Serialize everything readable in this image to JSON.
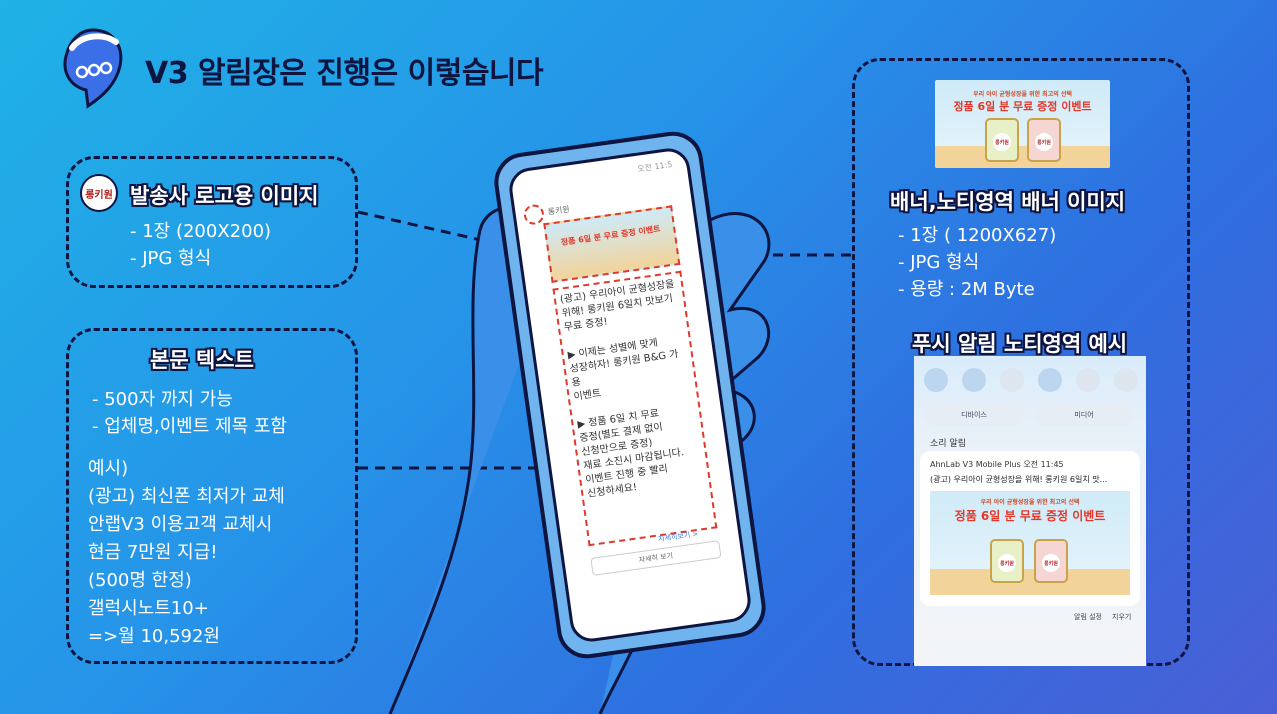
{
  "title": "V3 알림장은 진행은 이렇습니다",
  "sender": {
    "logo_text": "롱키원",
    "heading": "발송사 로고용 이미지",
    "bullets": [
      "- 1장 (200X200)",
      "- JPG 형식"
    ]
  },
  "body_text": {
    "heading": "본문 텍스트",
    "bullets": [
      "- 500자 까지 가능",
      "- 업체명,이벤트 제목 포함"
    ],
    "example": [
      "예시)",
      "(광고) 최신폰 최저가 교체",
      "안랩V3 이용고객 교체시",
      "현금 7만원 지급!",
      "(500명 한정)",
      "갤럭시노트10+",
      "=>월 10,592원"
    ]
  },
  "banner": {
    "heading": "배너,노티영역 배너 이미지",
    "bullets": [
      "- 1장 ( 1200X627)",
      "- JPG 형식",
      "- 용량 : 2M Byte"
    ],
    "img_line1": "우리 아이 균형성장을 위한 최고의 선택",
    "img_line2": "정품 6일 분 무료 증정 이벤트",
    "can_label": "롱키원"
  },
  "push": {
    "heading": "푸시 알림 노티영역 예시",
    "pill_left": "디바이스",
    "pill_right": "미디어",
    "section_label": "소리 알림",
    "app_line": "AhnLab V3 Mobile Plus  오전 11:45",
    "message": "(광고) 우리아이 균형성장을 위해! 롱키원 6일치 맛...",
    "footer_left": "알림 설정",
    "footer_right": "지우기"
  },
  "phone": {
    "status_time": "오전 11:5",
    "sender_name": "롱키원",
    "banner_line2": "정품 6일 분 무료 증정 이벤트",
    "lines": [
      "(광고) 우리아이 균형성장을",
      "위해! 롱키원 6일치 맛보기",
      "무료 증정!",
      "",
      "▶ 이제는 성별에 맞게",
      "성장하자! 롱키원 B&G 가용",
      "이벤트",
      "",
      "▶ 정품 6일 치 무료",
      "증정(별도 결제 없이",
      "신청만으로 증정)",
      "재료 소진시 마감됩니다.",
      "이벤트 진행 중 빨리",
      "신청하세요!"
    ],
    "btn_more": "자세히 보기",
    "btn_detail": "자세히보기 >"
  },
  "colors": {
    "navy": "#0d1540",
    "accent_red": "#e0392b"
  }
}
